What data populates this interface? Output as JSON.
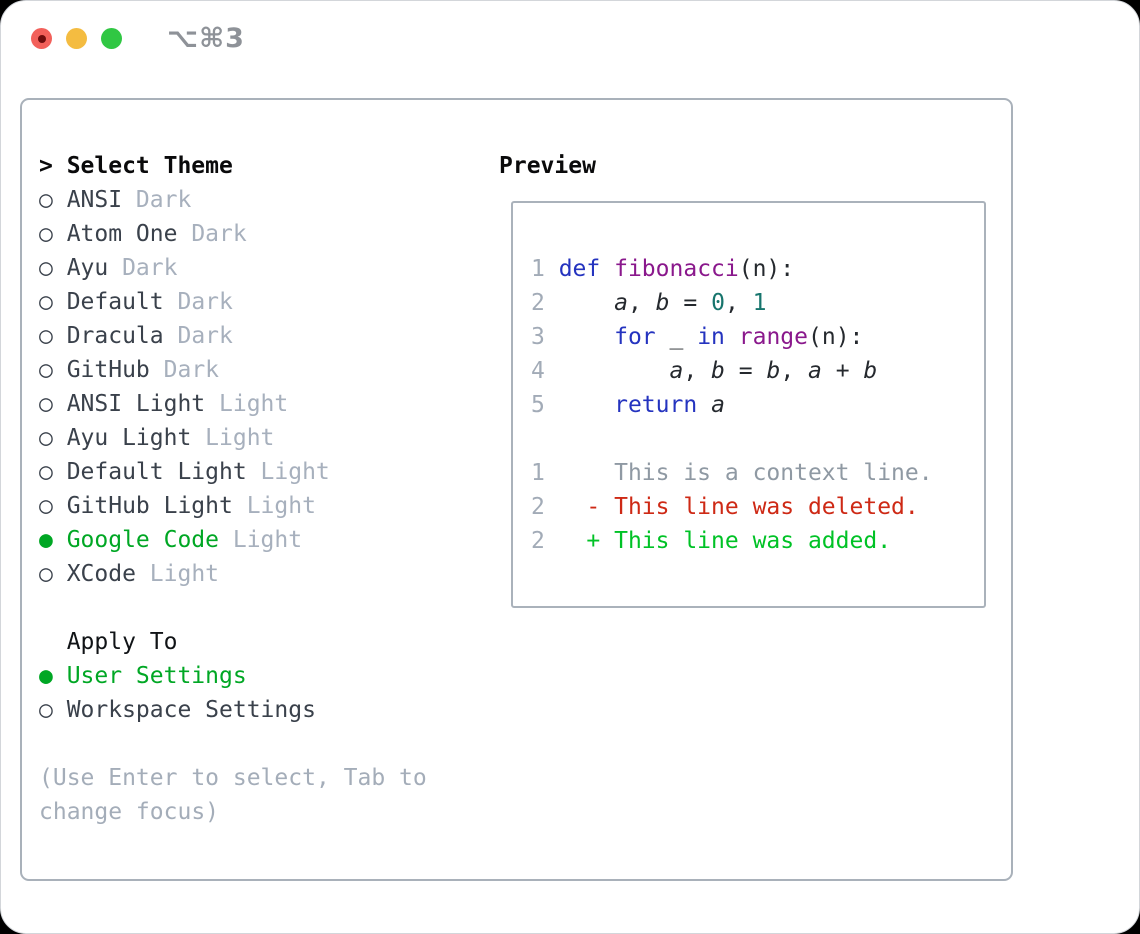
{
  "window": {
    "title": "⌥⌘3"
  },
  "markers": {
    "unselected": "○",
    "selected": "●"
  },
  "theme_list": {
    "cursor": ">",
    "header": "Select Theme",
    "items": [
      {
        "name": "ANSI",
        "variant": "Dark",
        "selected": false
      },
      {
        "name": "Atom One",
        "variant": "Dark",
        "selected": false
      },
      {
        "name": "Ayu",
        "variant": "Dark",
        "selected": false
      },
      {
        "name": "Default",
        "variant": "Dark",
        "selected": false
      },
      {
        "name": "Dracula",
        "variant": "Dark",
        "selected": false
      },
      {
        "name": "GitHub",
        "variant": "Dark",
        "selected": false
      },
      {
        "name": "ANSI Light",
        "variant": "Light",
        "selected": false
      },
      {
        "name": "Ayu Light",
        "variant": "Light",
        "selected": false
      },
      {
        "name": "Default Light",
        "variant": "Light",
        "selected": false
      },
      {
        "name": "GitHub Light",
        "variant": "Light",
        "selected": false
      },
      {
        "name": "Google Code",
        "variant": "Light",
        "selected": true
      },
      {
        "name": "XCode",
        "variant": "Light",
        "selected": false
      }
    ]
  },
  "apply_to": {
    "header": "Apply To",
    "items": [
      {
        "name": "User Settings",
        "selected": true
      },
      {
        "name": "Workspace Settings",
        "selected": false
      }
    ]
  },
  "help_text": {
    "line1": "(Use Enter to select, Tab to",
    "line2": "change focus)"
  },
  "preview": {
    "label": "Preview",
    "lines": [
      [
        "1 ",
        "def",
        " ",
        "fibonacci",
        "(n):"
      ],
      [
        "2",
        "     ",
        "a",
        ", ",
        "b",
        " = ",
        "0",
        ", ",
        "1"
      ],
      [
        "3",
        "     ",
        "for",
        " _ ",
        "in",
        " ",
        "range",
        "(n):"
      ],
      [
        "4",
        "         ",
        "a",
        ", ",
        "b",
        " = ",
        "b",
        ", ",
        "a",
        " + ",
        "b"
      ],
      [
        "5",
        "     ",
        "return",
        " ",
        "a"
      ],
      [],
      [
        "1",
        "     This is a context line."
      ],
      [
        "2",
        "   - This line was deleted."
      ],
      [
        "2",
        "   + This line was added."
      ]
    ]
  },
  "colors": {
    "selection_green": "#00a724",
    "keyword_blue": "#2433bf",
    "function_purple": "#8a188c",
    "literal_teal": "#17756d",
    "diff_red": "#ce2915",
    "diff_green": "#00c226",
    "muted_gray": "#a7b0bd",
    "traffic_red": "#f2605a",
    "traffic_yellow": "#f4bc41",
    "traffic_green": "#30c743"
  }
}
